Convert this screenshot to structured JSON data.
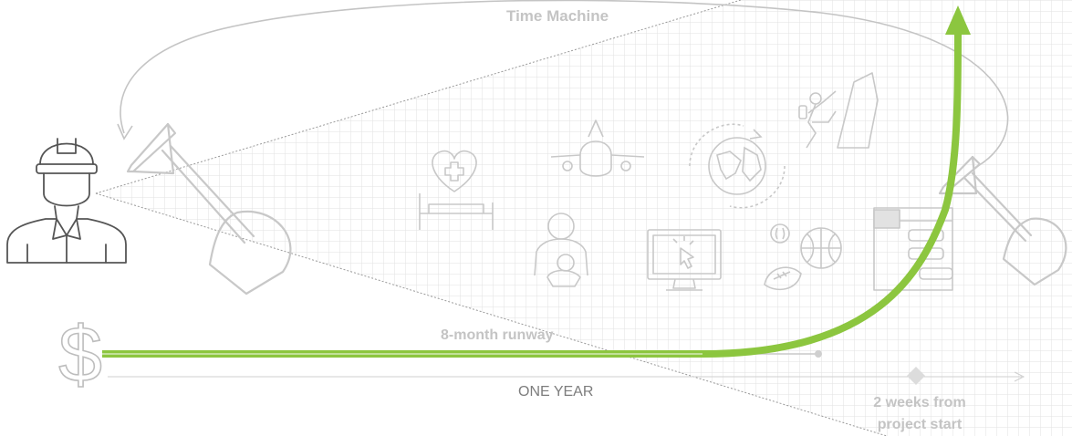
{
  "labels": {
    "time_machine": "Time Machine",
    "runway": "8-month runway",
    "timeline": "ONE YEAR",
    "milestone_line1": "2 weeks from",
    "milestone_line2": "project start"
  },
  "icons": {
    "left_figure": "construction-worker-icon",
    "currency": "dollar-icon",
    "dig_start": "shovel-icon",
    "dig_end": "shovel-icon",
    "applications": [
      "healthcare-bed-icon",
      "airplane-icon",
      "globe-icon",
      "rock-climber-icon",
      "parent-child-icon",
      "computer-monitor-icon",
      "sports-balls-icon",
      "dashboard-panel-icon"
    ]
  },
  "colors": {
    "growth_curve": "#8cc63f",
    "grid": "#e4e4e4",
    "icon_stroke": "#c8c8c8",
    "label": "#c4c4c4",
    "timeline_text": "#7d7d7d"
  }
}
